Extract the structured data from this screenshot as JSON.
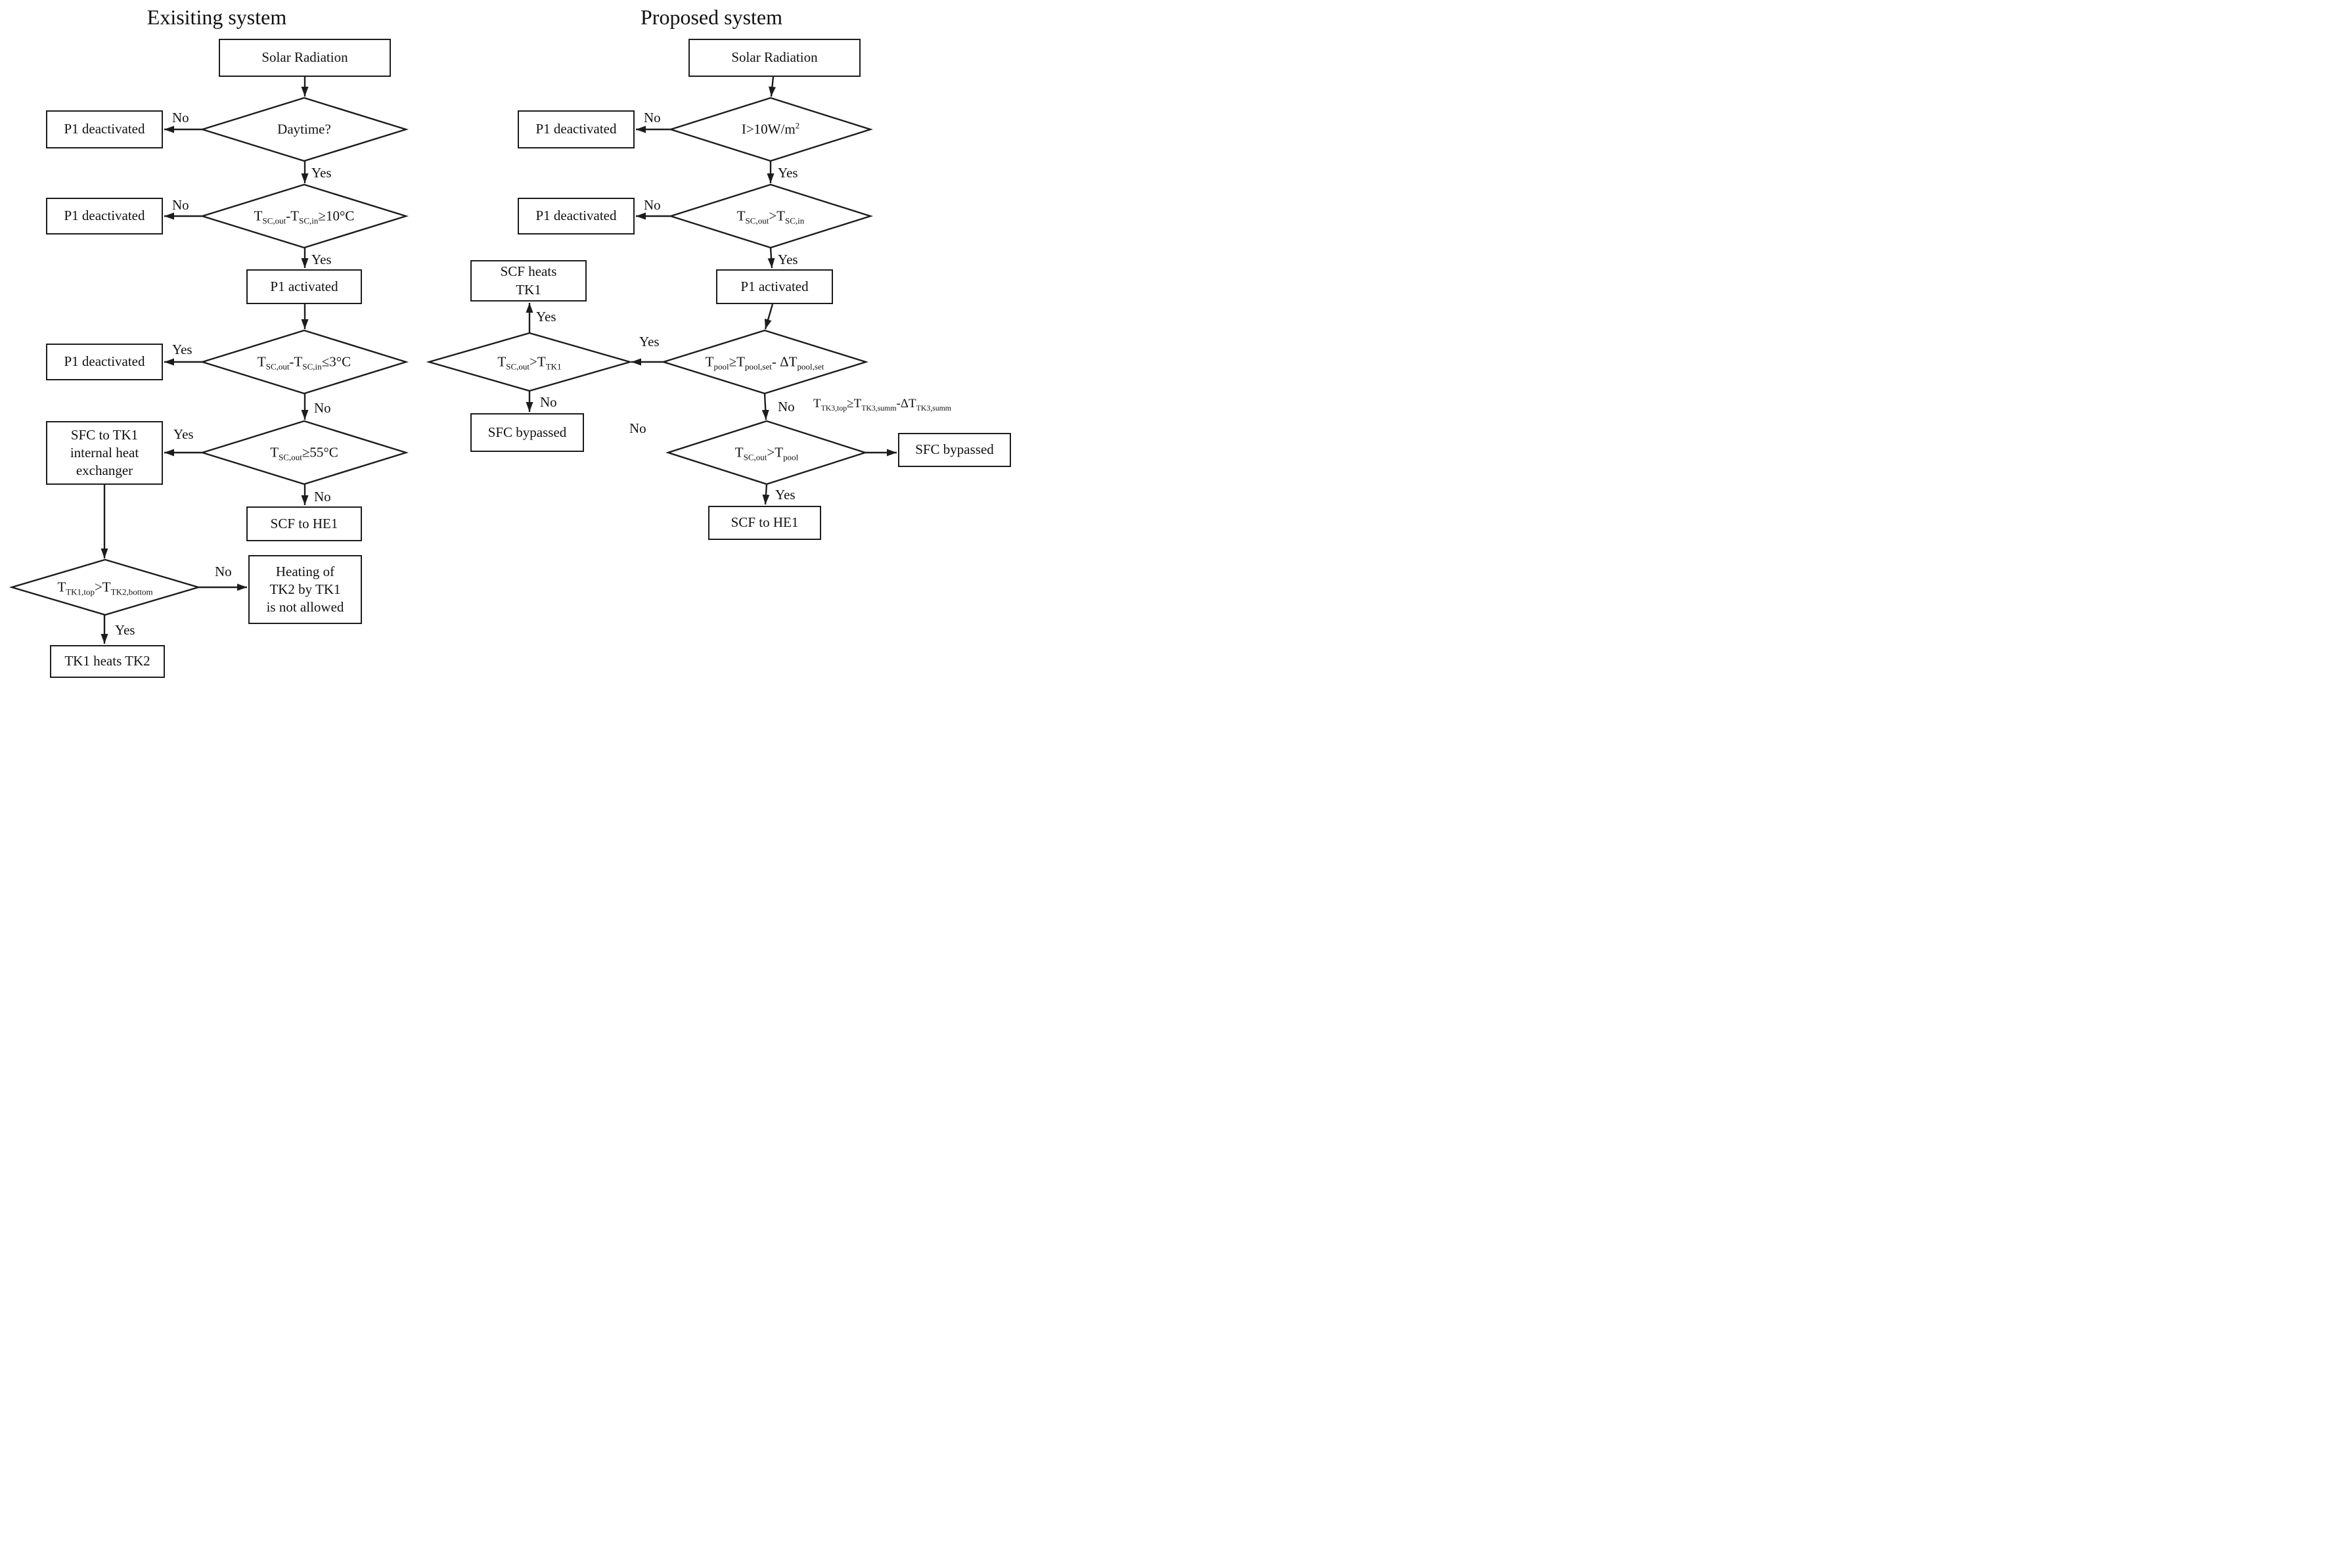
{
  "colors": {
    "ink": "#111111",
    "line": "#1c1c1c",
    "background": "#ffffff"
  },
  "edge_labels": {
    "yes": "Yes",
    "no": "No"
  },
  "left": {
    "title": "Exisiting system",
    "nodes": {
      "solar_radiation": "Solar Radiation",
      "p1_deactivated": "P1 deactivated",
      "p1_activated": "P1 activated",
      "scf_to_he1": "SCF to HE1",
      "sfc_to_tk1_lines": [
        "SFC to TK1",
        "internal heat",
        "exchanger"
      ],
      "heating_not_allowed_lines": [
        "Heating of",
        "TK2 by TK1",
        "is not allowed"
      ],
      "tk1_heats_tk2": "TK1 heats TK2"
    },
    "conditions": {
      "daytime": [
        {
          "t": "Daytime?"
        }
      ],
      "dt_ge_10": [
        {
          "t": "T"
        },
        {
          "t": "SC,out",
          "sub": true
        },
        {
          "t": "-T"
        },
        {
          "t": "SC,in",
          "sub": true
        },
        {
          "t": "≥10°C"
        }
      ],
      "dt_le_3": [
        {
          "t": "T"
        },
        {
          "t": "SC,out",
          "sub": true
        },
        {
          "t": "-T"
        },
        {
          "t": "SC,in",
          "sub": true
        },
        {
          "t": "≤3°C"
        }
      ],
      "tsc_ge_55": [
        {
          "t": "T"
        },
        {
          "t": "SC,out",
          "sub": true
        },
        {
          "t": "≥55°C"
        }
      ],
      "ttk1_gt_ttk2": [
        {
          "t": "T"
        },
        {
          "t": "TK1,top",
          "sub": true
        },
        {
          "t": ">T"
        },
        {
          "t": "TK2,bottom",
          "sub": true
        }
      ]
    }
  },
  "right": {
    "title": "Proposed system",
    "nodes": {
      "solar_radiation": "Solar Radiation",
      "p1_deactivated": "P1 deactivated",
      "p1_activated": "P1 activated",
      "scf_heats_tk1_lines": [
        "SCF heats",
        "TK1"
      ],
      "sfc_bypassed": "SFC bypassed",
      "scf_to_he1": "SCF to HE1"
    },
    "conditions": {
      "irradiance_gt_10": [
        {
          "t": "I>10W/m"
        },
        {
          "t": "2",
          "sup": true
        }
      ],
      "tsc_out_gt_in": [
        {
          "t": "T"
        },
        {
          "t": "SC,out",
          "sub": true
        },
        {
          "t": ">T"
        },
        {
          "t": "SC,in",
          "sub": true
        }
      ],
      "tpool_ge_set": [
        {
          "t": "T"
        },
        {
          "t": "pool",
          "sub": true
        },
        {
          "t": "≥T"
        },
        {
          "t": "pool,set",
          "sub": true
        },
        {
          "t": "- ΔT"
        },
        {
          "t": "pool,set",
          "sub": true
        }
      ],
      "tsc_gt_ttk1": [
        {
          "t": "T"
        },
        {
          "t": "SC,out",
          "sub": true
        },
        {
          "t": ">T"
        },
        {
          "t": "TK1",
          "sub": true
        }
      ],
      "tsc_gt_tpool": [
        {
          "t": "T"
        },
        {
          "t": "SC,out",
          "sub": true
        },
        {
          "t": ">T"
        },
        {
          "t": "pool",
          "sub": true
        }
      ],
      "ttk3_note": [
        {
          "t": "T"
        },
        {
          "t": "TK3,top",
          "sub": true
        },
        {
          "t": "≥T"
        },
        {
          "t": "TK3,summ",
          "sub": true
        },
        {
          "t": "-ΔT"
        },
        {
          "t": "TK3,summ",
          "sub": true
        }
      ]
    }
  }
}
